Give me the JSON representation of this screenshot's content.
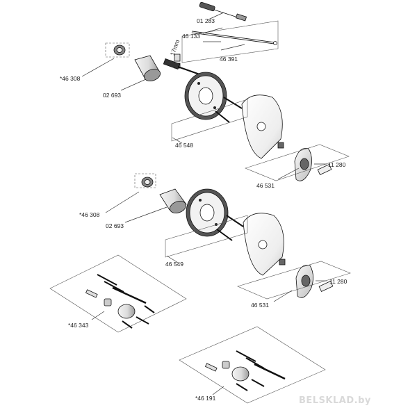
{
  "diagram": {
    "labels": {
      "p01283": "01 283",
      "p46133": "46 133",
      "p46391": "46 391",
      "p17mm": "17mm",
      "p46308a": "*46 308",
      "p02693a": "02 693",
      "p46548": "46 548",
      "p11280a": "11 280",
      "p46531a": "46 531",
      "p46308b": "*46 308",
      "p02693b": "02 693",
      "p46549": "46 549",
      "p11280b": "11 280",
      "p46531b": "46 531",
      "p46343": "*46 343",
      "p46191": "*46 191"
    },
    "watermark": "BELSKLAD.by"
  }
}
